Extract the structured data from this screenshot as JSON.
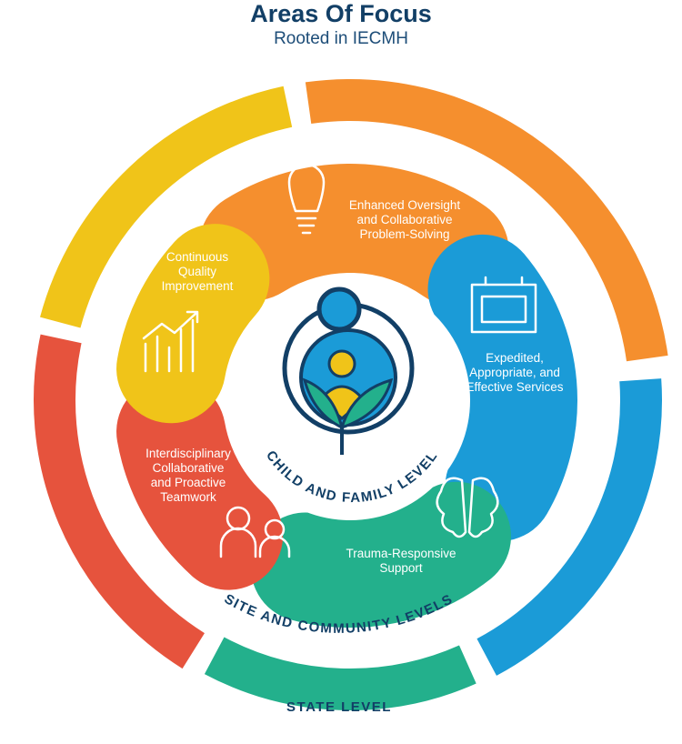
{
  "header": {
    "title": "Areas Of Focus",
    "subtitle": "Rooted in IECMH"
  },
  "colors": {
    "yellow": "#f0c419",
    "orange": "#f58f2e",
    "blue": "#1b9bd7",
    "green": "#23b08c",
    "red": "#e6533d",
    "navy": "#123f66"
  },
  "areas": [
    {
      "label_lines": [
        "Enhanced Oversight",
        "and Collaborative",
        "Problem-Solving"
      ],
      "icon": "lightbulb-icon"
    },
    {
      "label_lines": [
        "Expedited,",
        "Appropriate, and",
        "Effective Services"
      ],
      "icon": "calendar-icon"
    },
    {
      "label_lines": [
        "Trauma-Responsive",
        "Support"
      ],
      "icon": "brain-icon"
    },
    {
      "label_lines": [
        "Interdisciplinary",
        "Collaborative",
        "and Proactive",
        "Teamwork"
      ],
      "icon": "people-icon"
    },
    {
      "label_lines": [
        "Continuous",
        "Quality",
        "Improvement"
      ],
      "icon": "growth-chart-icon"
    }
  ],
  "levels": {
    "inner": "CHILD AND FAMILY LEVEL",
    "middle": "SITE AND COMMUNITY LEVELS",
    "outer": "STATE LEVEL"
  }
}
